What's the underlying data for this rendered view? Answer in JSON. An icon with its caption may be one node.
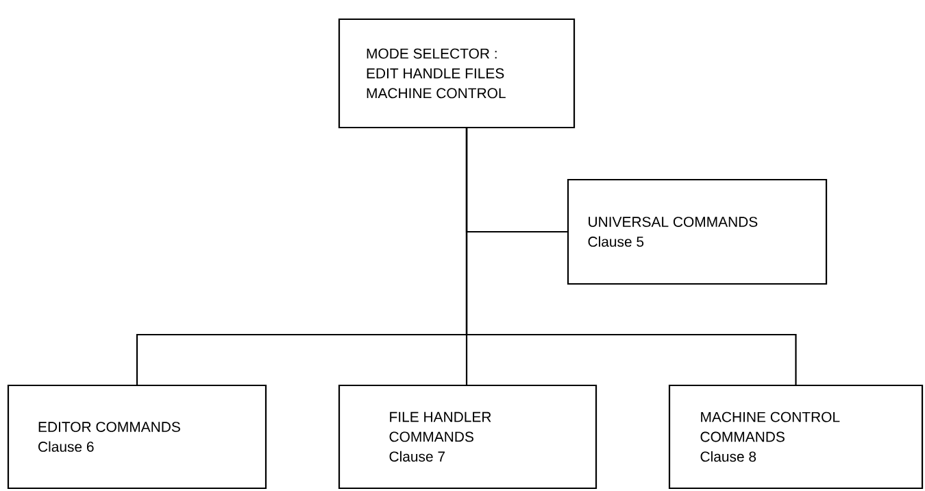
{
  "diagram": {
    "nodes": [
      {
        "text": [
          "MODE SELECTOR :",
          "EDIT HANDLE FILES MACHINE CONTROL"
        ]
      },
      {
        "text": [
          "UNIVERSAL COMMANDS",
          "Clause 5"
        ]
      },
      {
        "text": [
          "EDITOR COMMANDS",
          "Clause 6"
        ]
      },
      {
        "text": [
          "FILE HANDLER COMMANDS",
          "Clause 7"
        ]
      },
      {
        "text": [
          "MACHINE CONTROL COMMANDS",
          "Clause 8"
        ]
      }
    ],
    "edges": [
      {
        "from": 0,
        "to": 1,
        "arrow": "none"
      },
      {
        "from": 0,
        "to": 2,
        "arrow": "none"
      },
      {
        "from": 0,
        "to": 3,
        "arrow": "none"
      },
      {
        "from": 0,
        "to": 4,
        "arrow": "none"
      }
    ]
  }
}
